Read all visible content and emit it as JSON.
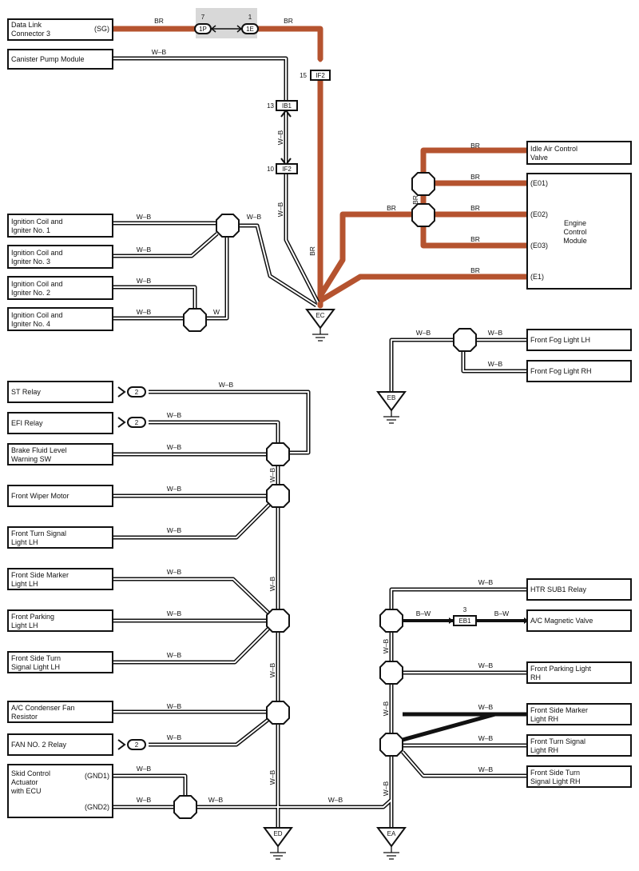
{
  "colors": {
    "br_wire": "#b5532f",
    "wb_wire": "#111111",
    "shade": "#d8d8d8"
  },
  "wire_labels": {
    "br": "BR",
    "wb": "W–B",
    "w": "W",
    "bw": "B–W"
  },
  "grounds": {
    "ec": "EC",
    "eb": "EB",
    "ed": "ED",
    "ea": "EA"
  },
  "connectors": {
    "dlc_pin_left": "7",
    "dlc_pin_right": "1",
    "dlc_plug_left": "1P",
    "dlc_plug_right": "1E",
    "if2_top_pin": "15",
    "if2_top": "IF2",
    "ib1_pin": "13",
    "ib1": "IB1",
    "if2_mid_pin": "10",
    "if2_mid": "IF2",
    "eb1_pin": "3",
    "eb1": "EB1",
    "two": "2"
  },
  "components": {
    "dlc3": {
      "line1": "Data Link",
      "line2": "Connector 3",
      "terminal": "(SG)"
    },
    "canister": {
      "line1": "Canister Pump Module"
    },
    "coil1": {
      "line1": "Ignition Coil and",
      "line2": "Igniter No. 1"
    },
    "coil3": {
      "line1": "Ignition Coil and",
      "line2": "Igniter No. 3"
    },
    "coil2": {
      "line1": "Ignition Coil and",
      "line2": "Igniter No. 2"
    },
    "coil4": {
      "line1": "Ignition Coil and",
      "line2": "Igniter No. 4"
    },
    "iacv": {
      "line1": "Idle Air Control",
      "line2": "Valve"
    },
    "ecm": {
      "line1": "Engine",
      "line2": "Control",
      "line3": "Module",
      "t1": "(E01)",
      "t2": "(E02)",
      "t3": "(E03)",
      "t4": "(E1)"
    },
    "fog_lh": {
      "line1": "Front Fog Light LH"
    },
    "fog_rh": {
      "line1": "Front Fog Light RH"
    },
    "st_relay": {
      "line1": "ST Relay"
    },
    "efi_relay": {
      "line1": "EFI Relay"
    },
    "brake_sw": {
      "line1": "Brake Fluid Level",
      "line2": "Warning SW"
    },
    "wiper": {
      "line1": "Front Wiper Motor"
    },
    "turn_lh": {
      "line1": "Front Turn Signal",
      "line2": "Light LH"
    },
    "marker_lh": {
      "line1": "Front Side Marker",
      "line2": "Light LH"
    },
    "parking_lh": {
      "line1": "Front Parking",
      "line2": "Light LH"
    },
    "sideturn_lh": {
      "line1": "Front Side Turn",
      "line2": "Signal Light LH"
    },
    "ac_fan": {
      "line1": "A/C Condenser Fan",
      "line2": "Resistor"
    },
    "fan2": {
      "line1": "FAN NO. 2 Relay"
    },
    "skid": {
      "line1": "Skid Control",
      "line2": "Actuator",
      "line3": "with ECU",
      "t1": "(GND1)",
      "t2": "(GND2)"
    },
    "htr": {
      "line1": "HTR SUB1 Relay"
    },
    "ac_mag": {
      "line1": "A/C Magnetic Valve"
    },
    "parking_rh": {
      "line1": "Front Parking Light",
      "line2": "RH"
    },
    "marker_rh": {
      "line1": "Front Side Marker",
      "line2": "Light RH"
    },
    "turn_rh": {
      "line1": "Front Turn Signal",
      "line2": "Light RH"
    },
    "sideturn_rh": {
      "line1": "Front Side Turn",
      "line2": "Signal Light RH"
    }
  }
}
